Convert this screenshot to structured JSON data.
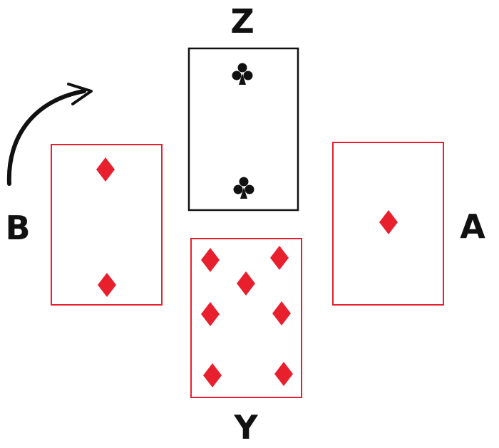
{
  "labels": {
    "top": "Z",
    "left": "B",
    "right": "A",
    "bottom": "Y"
  },
  "cards": {
    "top": {
      "suit": "clubs",
      "pips": 2,
      "color": "#111111"
    },
    "left": {
      "suit": "diamonds",
      "pips": 2,
      "color": "#e8202e"
    },
    "right": {
      "suit": "diamonds",
      "pips": 1,
      "color": "#e8202e"
    },
    "bottom": {
      "suit": "diamonds",
      "pips": 7,
      "color": "#e8202e"
    }
  },
  "arrow": {
    "direction": "clockwise"
  }
}
